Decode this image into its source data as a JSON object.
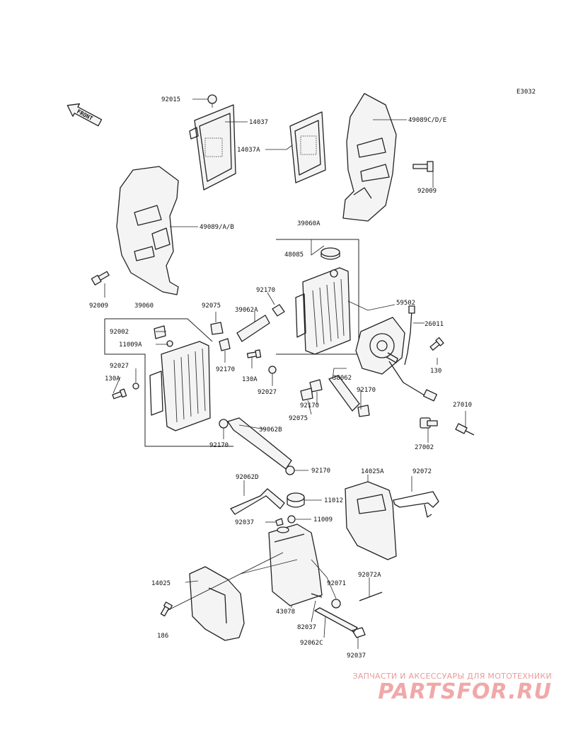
{
  "diagram_code": "E3032",
  "front_label": "FRONT",
  "labels": {
    "p92015": "92015",
    "p14037": "14037",
    "p14037A": "14037A",
    "p49089CDE": "49089C/D/E",
    "p92009a": "92009",
    "p49089AB": "49089/A/B",
    "p92009b": "92009",
    "p39060A": "39060A",
    "p48085": "48085",
    "p92170a": "92170",
    "p39062A": "39062A",
    "p59502": "59502",
    "p26011": "26011",
    "p39060": "39060",
    "p92075a": "92075",
    "p92002": "92002",
    "p11009A": "11009A",
    "p92027a": "92027",
    "p130Aa": "130A",
    "p92170b": "92170",
    "p130Ab": "130A",
    "p92027b": "92027",
    "p130": "130",
    "p38062": "38062",
    "p92170c": "92170",
    "p92075b": "92075",
    "p92170d": "92170",
    "p27010": "27010",
    "p92170e": "92170",
    "p39062B": "39062B",
    "p27002": "27002",
    "p92170f": "92170",
    "p92062D": "92062D",
    "p14025A": "14025A",
    "p92072": "92072",
    "p11012": "11012",
    "p92037a": "92037",
    "p11009": "11009",
    "p14025": "14025",
    "p92071": "92071",
    "p92072A": "92072A",
    "p186": "186",
    "p43078": "43078",
    "p82037": "82037",
    "p92062C": "92062C",
    "p92037b": "92037"
  },
  "watermark": {
    "tagline": "ЗАПЧАСТИ И АКСЕССУАРЫ ДЛЯ МОТОТЕХНИКИ",
    "logo": "PARTSFOR.RU"
  },
  "colors": {
    "line": "#222222",
    "watermark": "#f1a8a8",
    "background": "#ffffff"
  }
}
